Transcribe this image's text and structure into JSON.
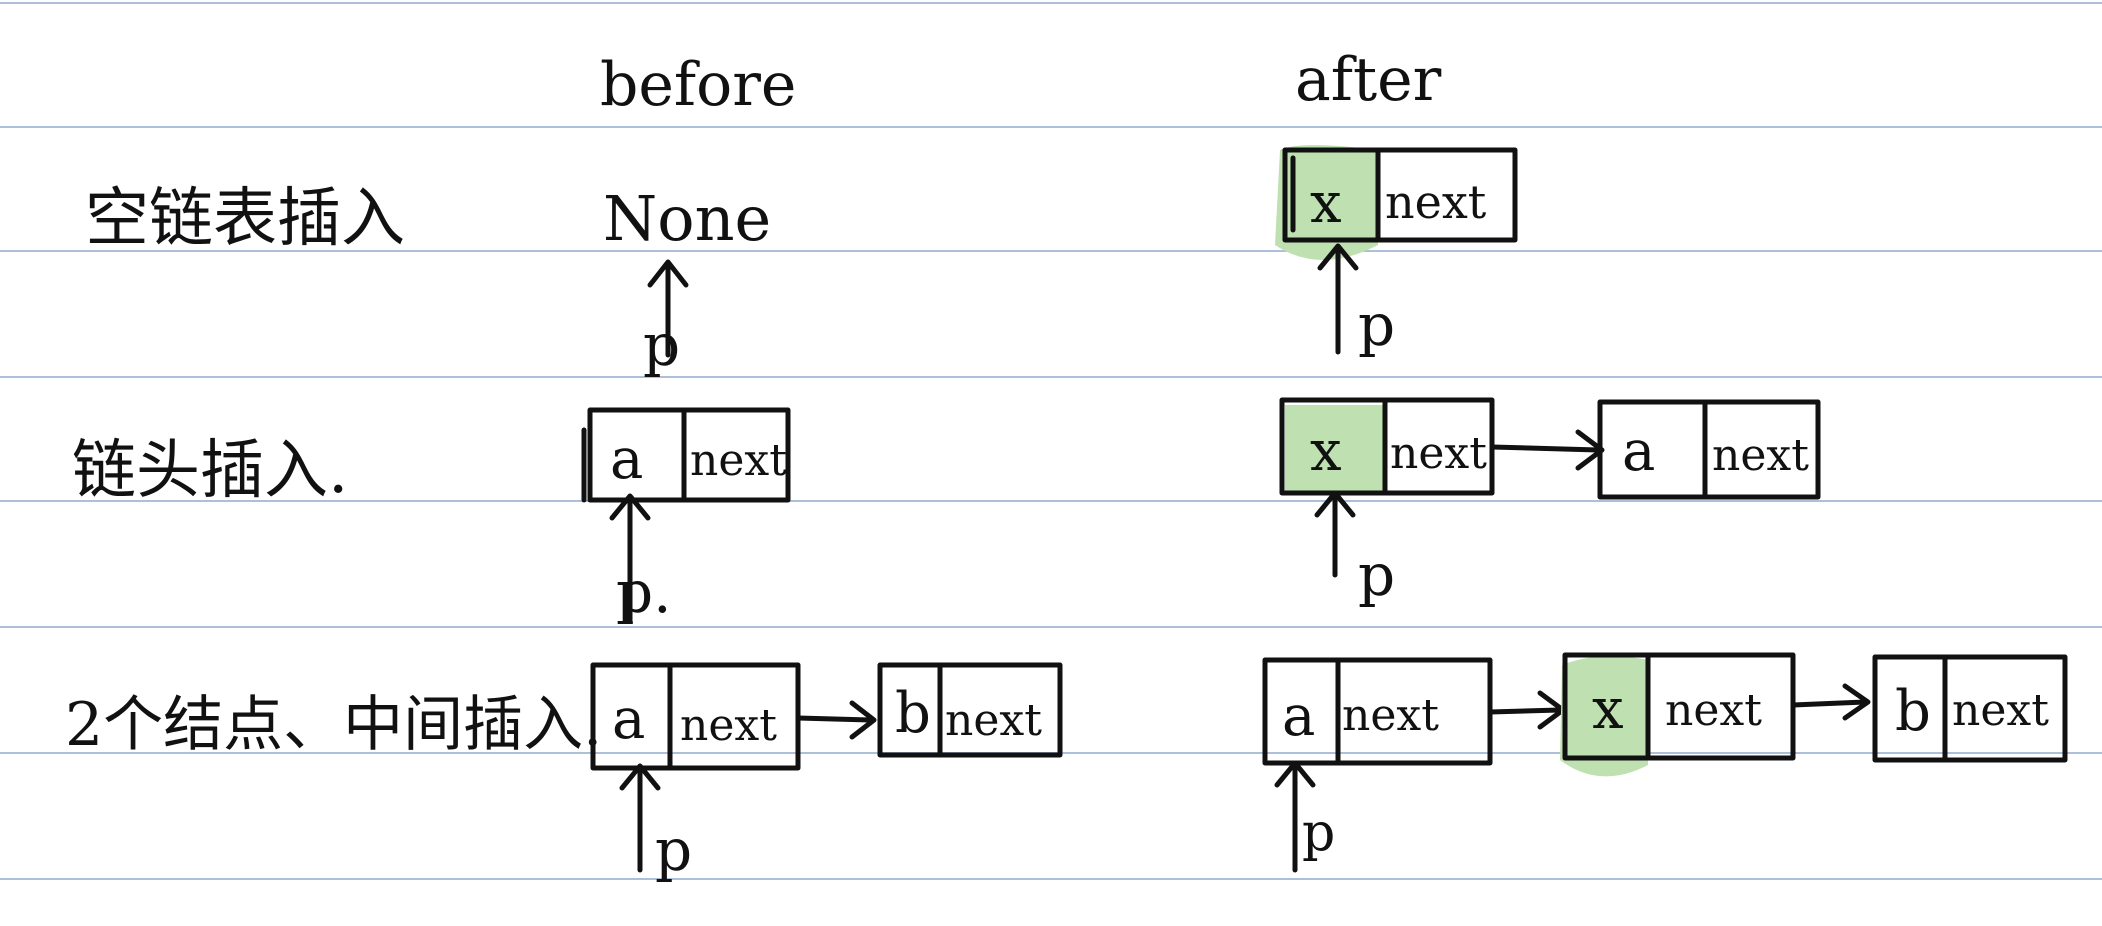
{
  "headers": {
    "before": "before",
    "after": "after"
  },
  "rows": [
    {
      "label": "空链表插入",
      "before": {
        "text": "None",
        "pointer": "p"
      },
      "after": {
        "nodes": [
          {
            "value": "x",
            "next": "next",
            "highlight": true
          }
        ],
        "pointer": "p"
      }
    },
    {
      "label": "链头插入.",
      "before": {
        "nodes": [
          {
            "value": "a",
            "next": "next"
          }
        ],
        "pointer": "p."
      },
      "after": {
        "nodes": [
          {
            "value": "x",
            "next": "next",
            "highlight": true
          },
          {
            "value": "a",
            "next": "next"
          }
        ],
        "pointer": "p"
      }
    },
    {
      "label": "2个结点、中间插入.",
      "before": {
        "nodes": [
          {
            "value": "a",
            "next": "next"
          },
          {
            "value": "b",
            "next": "next"
          }
        ],
        "pointer": "p"
      },
      "after": {
        "nodes": [
          {
            "value": "a",
            "next": "next"
          },
          {
            "value": "x",
            "next": "next",
            "highlight": true
          },
          {
            "value": "b",
            "next": "next"
          }
        ],
        "pointer": "p"
      }
    }
  ],
  "colors": {
    "ink": "#111111",
    "highlight": "#bfe0b0",
    "ruled_line": "#aebfda"
  }
}
